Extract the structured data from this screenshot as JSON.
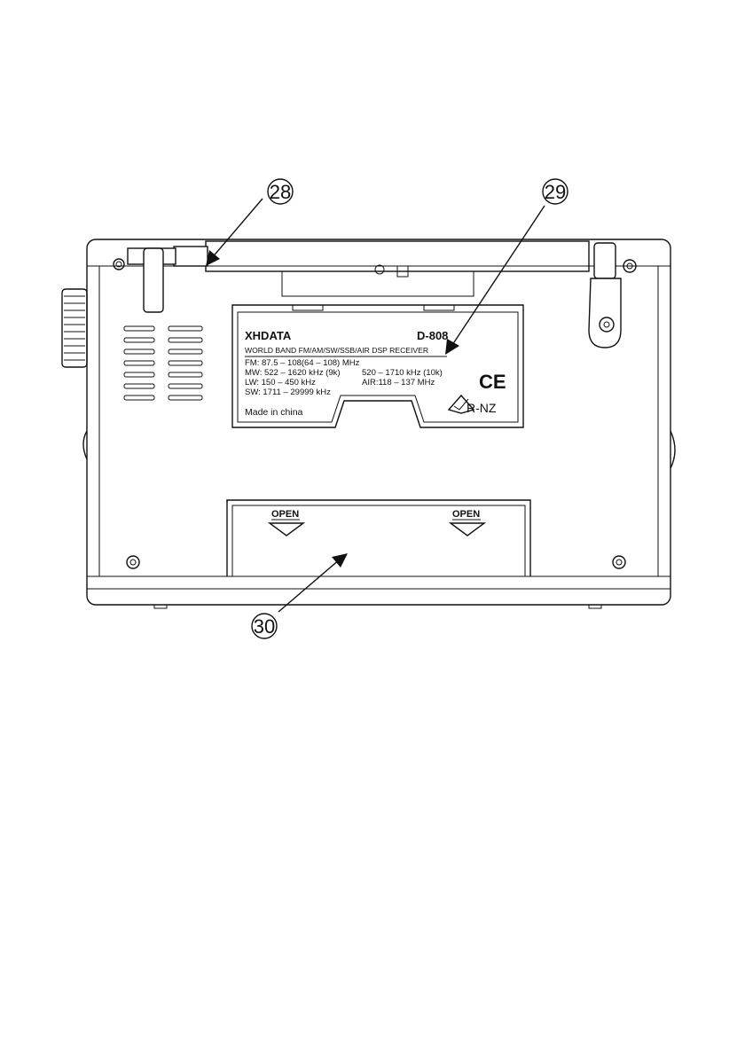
{
  "callouts": [
    {
      "number": "28"
    },
    {
      "number": "29"
    },
    {
      "number": "30"
    }
  ],
  "label": {
    "brand": "XHDATA",
    "model": "D-808",
    "subtitle": "WORLD BAND FM/AM/SW/SSB/AIR DSP RECEIVER",
    "fm": "FM:  87.5 – 108(64 – 108) MHz",
    "mw_9k": "MW:  522 – 1620 kHz (9k)",
    "mw_10k": "520 – 1710 kHz (10k)",
    "lw": "LW:  150 – 450 kHz",
    "air": "AIR:118 – 137 MHz",
    "sw": "SW:  1711 – 29999 kHz",
    "made_in": "Made in china",
    "ce_mark": "CE",
    "rcm_mark": "R-NZ"
  },
  "battery_door": {
    "open_left": "OPEN",
    "open_right": "OPEN"
  }
}
